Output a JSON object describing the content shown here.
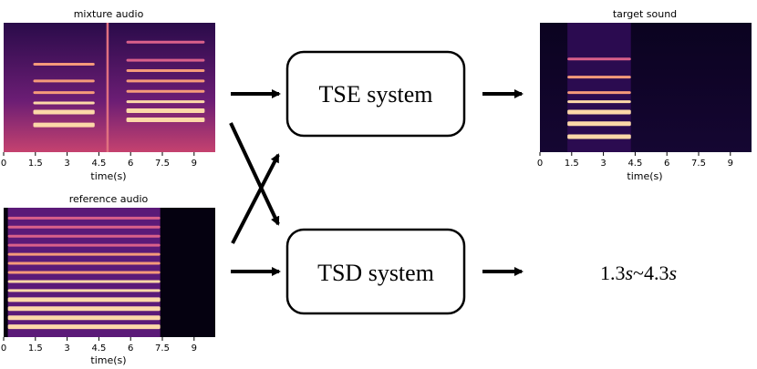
{
  "spectrograms": [
    {
      "id": "mixture",
      "title": "mixture audio",
      "xlabel": "time(s)",
      "ticks": [
        "0",
        "1.5",
        "3",
        "4.5",
        "6",
        "7.5",
        "9"
      ],
      "tick_values": [
        0,
        1.5,
        3,
        4.5,
        6,
        7.5,
        9
      ],
      "x_range": [
        0,
        10
      ],
      "colormap": "magma",
      "harmonic_segments": [
        {
          "t0": 1.4,
          "t1": 4.3,
          "bands": [
            0.21,
            0.31,
            0.38,
            0.46,
            0.55,
            0.68
          ]
        },
        {
          "t0": 5.8,
          "t1": 9.5,
          "bands": [
            0.25,
            0.32,
            0.39,
            0.47,
            0.55,
            0.63,
            0.71,
            0.85
          ]
        }
      ],
      "vertical_lines": [
        4.9
      ]
    },
    {
      "id": "reference",
      "title": "reference audio",
      "xlabel": "time(s)",
      "ticks": [
        "0",
        "1.5",
        "3",
        "4.5",
        "6",
        "7.5",
        "9"
      ],
      "tick_values": [
        0,
        1.5,
        3,
        4.5,
        6,
        7.5,
        9
      ],
      "x_range": [
        0,
        10
      ],
      "colormap": "magma",
      "harmonic_segments": [
        {
          "t0": 0.2,
          "t1": 7.4,
          "bands": [
            0.08,
            0.15,
            0.22,
            0.29,
            0.36,
            0.43,
            0.5,
            0.57,
            0.64,
            0.71,
            0.78,
            0.85,
            0.92
          ]
        }
      ],
      "vertical_lines": []
    },
    {
      "id": "target",
      "title": "target sound",
      "xlabel": "time(s)",
      "ticks": [
        "0",
        "1.5",
        "3",
        "4.5",
        "6",
        "7.5",
        "9"
      ],
      "tick_values": [
        0,
        1.5,
        3,
        4.5,
        6,
        7.5,
        9
      ],
      "x_range": [
        0,
        10
      ],
      "colormap": "magma",
      "harmonic_segments": [
        {
          "t0": 1.3,
          "t1": 4.3,
          "bands": [
            0.12,
            0.22,
            0.31,
            0.39,
            0.46,
            0.58,
            0.72
          ]
        }
      ],
      "vertical_lines": []
    }
  ],
  "systems": {
    "tse": "TSE system",
    "tsd": "TSD system"
  },
  "result": {
    "start": "1.3",
    "end": "4.3",
    "unit": "s",
    "sep": "~"
  },
  "colors": {
    "spec_dark": "#0d0629",
    "spec_mid": "#8b2a80",
    "spec_bright": "#fcd8a8",
    "outline": "#000000"
  }
}
